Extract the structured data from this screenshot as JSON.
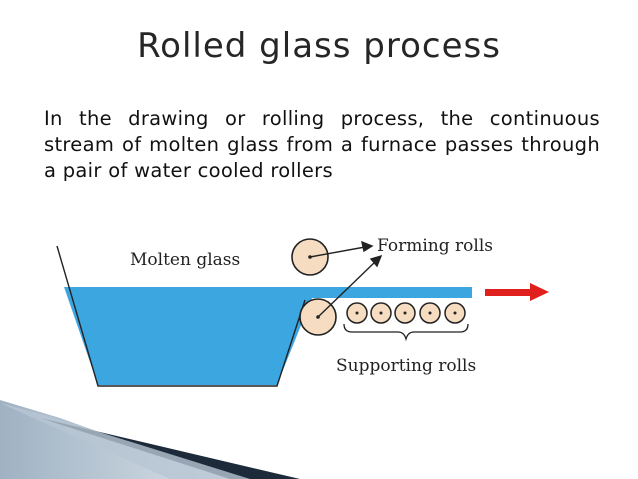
{
  "slide": {
    "title": "Rolled glass process",
    "body": "In the drawing or rolling process, the continuous stream of molten glass from a furnace passes through a pair of water cooled rollers"
  },
  "diagram": {
    "molten_glass_label": "Molten glass",
    "forming_rolls_label": "Forming rolls",
    "supporting_rolls_label": "Supporting rolls",
    "glass_color": "#3ba6e0",
    "roll_fill_color": "#f6dcc0",
    "arrow_color": "#e0201c"
  }
}
